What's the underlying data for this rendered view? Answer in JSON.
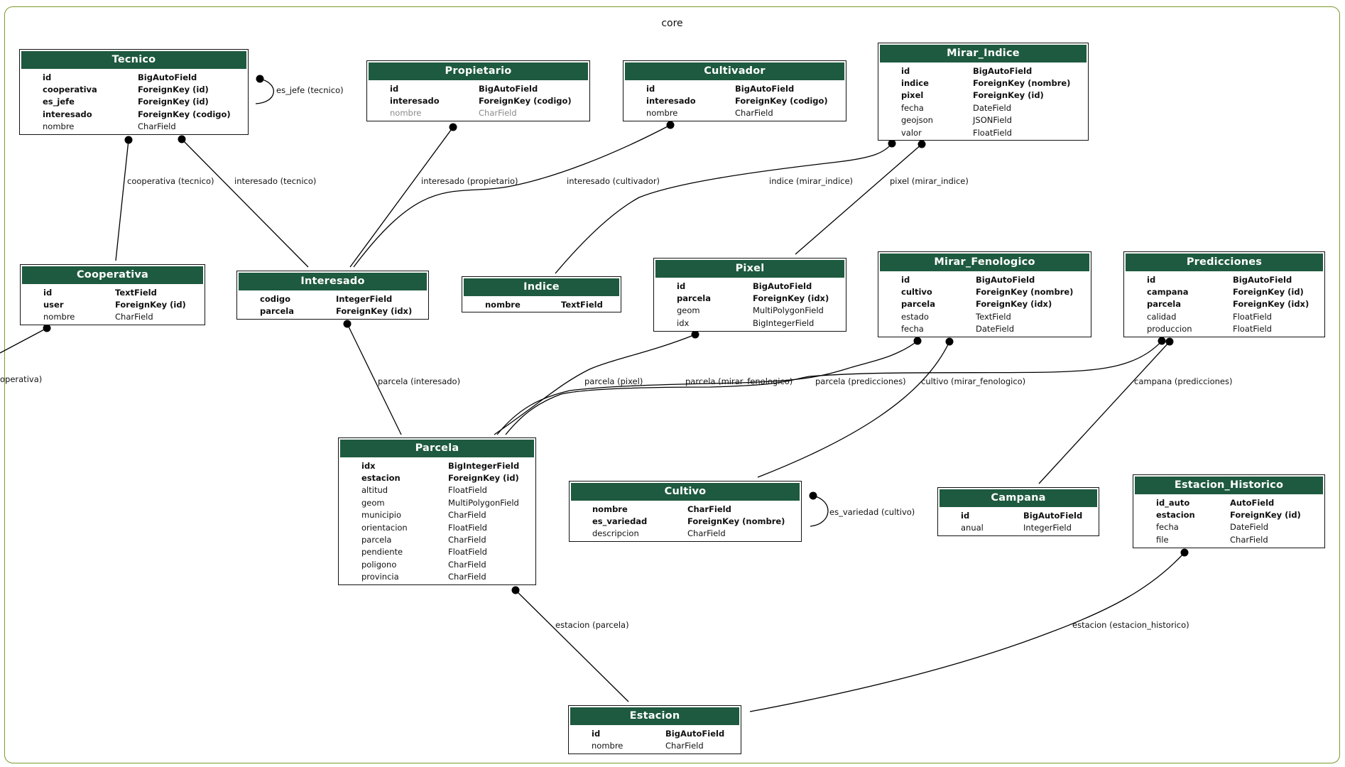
{
  "cluster": {
    "label": "core"
  },
  "models": [
    {
      "id": "tecnico",
      "name": "Tecnico",
      "fields": [
        {
          "name": "id",
          "type": "BigAutoField",
          "key": true
        },
        {
          "name": "cooperativa",
          "type": "ForeignKey (id)",
          "key": true
        },
        {
          "name": "es_jefe",
          "type": "ForeignKey (id)",
          "key": true
        },
        {
          "name": "interesado",
          "type": "ForeignKey (codigo)",
          "key": true
        },
        {
          "name": "nombre",
          "type": "CharField"
        }
      ]
    },
    {
      "id": "propietario",
      "name": "Propietario",
      "fields": [
        {
          "name": "id",
          "type": "BigAutoField",
          "key": true
        },
        {
          "name": "interesado",
          "type": "ForeignKey (codigo)",
          "key": true
        },
        {
          "name": "nombre",
          "type": "CharField",
          "muted": true
        }
      ]
    },
    {
      "id": "cultivador",
      "name": "Cultivador",
      "fields": [
        {
          "name": "id",
          "type": "BigAutoField",
          "key": true
        },
        {
          "name": "interesado",
          "type": "ForeignKey (codigo)",
          "key": true
        },
        {
          "name": "nombre",
          "type": "CharField"
        }
      ]
    },
    {
      "id": "mirar_indice",
      "name": "Mirar_Indice",
      "fields": [
        {
          "name": "id",
          "type": "BigAutoField",
          "key": true
        },
        {
          "name": "indice",
          "type": "ForeignKey (nombre)",
          "key": true
        },
        {
          "name": "pixel",
          "type": "ForeignKey (id)",
          "key": true
        },
        {
          "name": "fecha",
          "type": "DateField"
        },
        {
          "name": "geojson",
          "type": "JSONField"
        },
        {
          "name": "valor",
          "type": "FloatField"
        }
      ]
    },
    {
      "id": "cooperativa",
      "name": "Cooperativa",
      "fields": [
        {
          "name": "id",
          "type": "TextField",
          "key": true
        },
        {
          "name": "user",
          "type": "ForeignKey (id)",
          "key": true
        },
        {
          "name": "nombre",
          "type": "CharField"
        }
      ]
    },
    {
      "id": "interesado",
      "name": "Interesado",
      "fields": [
        {
          "name": "codigo",
          "type": "IntegerField",
          "key": true
        },
        {
          "name": "parcela",
          "type": "ForeignKey (idx)",
          "key": true
        }
      ]
    },
    {
      "id": "indice",
      "name": "Indice",
      "fields": [
        {
          "name": "nombre",
          "type": "TextField",
          "key": true
        }
      ]
    },
    {
      "id": "pixel",
      "name": "Pixel",
      "fields": [
        {
          "name": "id",
          "type": "BigAutoField",
          "key": true
        },
        {
          "name": "parcela",
          "type": "ForeignKey (idx)",
          "key": true
        },
        {
          "name": "geom",
          "type": "MultiPolygonField"
        },
        {
          "name": "idx",
          "type": "BigIntegerField"
        }
      ]
    },
    {
      "id": "mirar_fenologico",
      "name": "Mirar_Fenologico",
      "fields": [
        {
          "name": "id",
          "type": "BigAutoField",
          "key": true
        },
        {
          "name": "cultivo",
          "type": "ForeignKey (nombre)",
          "key": true
        },
        {
          "name": "parcela",
          "type": "ForeignKey (idx)",
          "key": true
        },
        {
          "name": "estado",
          "type": "TextField"
        },
        {
          "name": "fecha",
          "type": "DateField"
        }
      ]
    },
    {
      "id": "predicciones",
      "name": "Predicciones",
      "fields": [
        {
          "name": "id",
          "type": "BigAutoField",
          "key": true
        },
        {
          "name": "campana",
          "type": "ForeignKey (id)",
          "key": true
        },
        {
          "name": "parcela",
          "type": "ForeignKey (idx)",
          "key": true
        },
        {
          "name": "calidad",
          "type": "FloatField"
        },
        {
          "name": "produccion",
          "type": "FloatField"
        }
      ]
    },
    {
      "id": "parcela",
      "name": "Parcela",
      "fields": [
        {
          "name": "idx",
          "type": "BigIntegerField",
          "key": true
        },
        {
          "name": "estacion",
          "type": "ForeignKey (id)",
          "key": true
        },
        {
          "name": "altitud",
          "type": "FloatField"
        },
        {
          "name": "geom",
          "type": "MultiPolygonField"
        },
        {
          "name": "municipio",
          "type": "CharField"
        },
        {
          "name": "orientacion",
          "type": "FloatField"
        },
        {
          "name": "parcela",
          "type": "CharField"
        },
        {
          "name": "pendiente",
          "type": "FloatField"
        },
        {
          "name": "poligono",
          "type": "CharField"
        },
        {
          "name": "provincia",
          "type": "CharField"
        }
      ]
    },
    {
      "id": "cultivo",
      "name": "Cultivo",
      "fields": [
        {
          "name": "nombre",
          "type": "CharField",
          "key": true
        },
        {
          "name": "es_variedad",
          "type": "ForeignKey (nombre)",
          "key": true
        },
        {
          "name": "descripcion",
          "type": "CharField"
        }
      ]
    },
    {
      "id": "campana",
      "name": "Campana",
      "fields": [
        {
          "name": "id",
          "type": "BigAutoField",
          "key": true
        },
        {
          "name": "anual",
          "type": "IntegerField"
        }
      ]
    },
    {
      "id": "estacion_historico",
      "name": "Estacion_Historico",
      "fields": [
        {
          "name": "id_auto",
          "type": "AutoField",
          "key": true
        },
        {
          "name": "estacion",
          "type": "ForeignKey (id)",
          "key": true
        },
        {
          "name": "fecha",
          "type": "DateField"
        },
        {
          "name": "file",
          "type": "CharField"
        }
      ]
    },
    {
      "id": "estacion",
      "name": "Estacion",
      "fields": [
        {
          "name": "id",
          "type": "BigAutoField",
          "key": true
        },
        {
          "name": "nombre",
          "type": "CharField"
        }
      ]
    }
  ],
  "edges": [
    {
      "id": "es_jefe",
      "label": "es_jefe (tecnico)"
    },
    {
      "id": "cooperativa_tecnico",
      "label": "cooperativa (tecnico)"
    },
    {
      "id": "interesado_tecnico",
      "label": "interesado (tecnico)"
    },
    {
      "id": "interesado_propietario",
      "label": "interesado (propietario)"
    },
    {
      "id": "interesado_cultivador",
      "label": "interesado (cultivador)"
    },
    {
      "id": "indice_mirar_indice",
      "label": "indice (mirar_indice)"
    },
    {
      "id": "pixel_mirar_indice",
      "label": "pixel (mirar_indice)"
    },
    {
      "id": "user_cooperativa",
      "label": "operativa)"
    },
    {
      "id": "parcela_interesado",
      "label": "parcela (interesado)"
    },
    {
      "id": "parcela_pixel",
      "label": "parcela (pixel)"
    },
    {
      "id": "parcela_mirar_fenologico",
      "label": "parcela (mirar_fenologico)"
    },
    {
      "id": "parcela_predicciones",
      "label": "parcela (predicciones)"
    },
    {
      "id": "cultivo_mirar_fenologico",
      "label": "cultivo (mirar_fenologico)"
    },
    {
      "id": "campana_predicciones",
      "label": "campana (predicciones)"
    },
    {
      "id": "es_variedad",
      "label": "es_variedad (cultivo)"
    },
    {
      "id": "estacion_parcela",
      "label": "estacion (parcela)"
    },
    {
      "id": "estacion_historico",
      "label": "estacion (estacion_historico)"
    }
  ]
}
